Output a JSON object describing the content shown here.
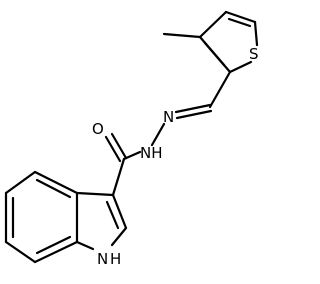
{
  "molecule": {
    "atom_labels": {
      "sulfur": "S",
      "oxygen": "O",
      "azomethine_n": "N",
      "amide_nh": "NH",
      "indole_nh_n": "N",
      "indole_nh_h": "H"
    },
    "colors": {
      "bond": "#000000",
      "text": "#000000",
      "background": "#ffffff"
    }
  }
}
